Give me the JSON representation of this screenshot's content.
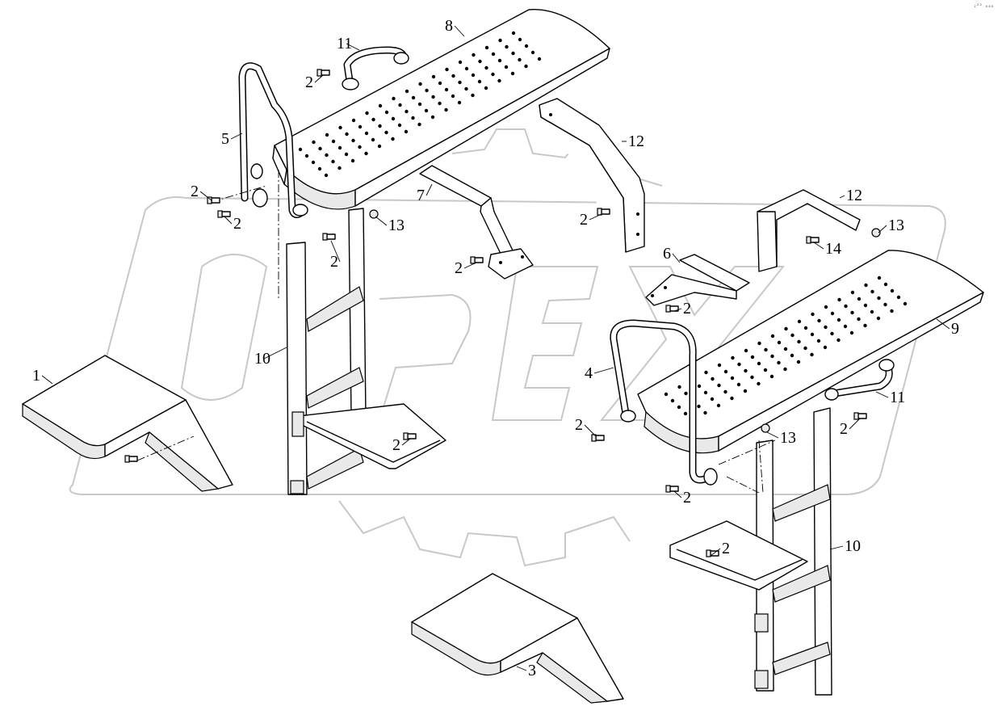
{
  "watermark": {
    "text": "OPEX",
    "style": "gear-outline-logo"
  },
  "corner_mark": "₂²² ₈₈₈",
  "parts": [
    {
      "id": "step-cover-left",
      "callout": "1"
    },
    {
      "id": "bolt",
      "callout": "2"
    },
    {
      "id": "step-cover-right",
      "callout": "3"
    },
    {
      "id": "handrail-right",
      "callout": "4"
    },
    {
      "id": "handrail-left",
      "callout": "5"
    },
    {
      "id": "bracket-small",
      "callout": "6"
    },
    {
      "id": "support-bracket",
      "callout": "7"
    },
    {
      "id": "platform-left",
      "callout": "8"
    },
    {
      "id": "platform-right",
      "callout": "9"
    },
    {
      "id": "ladder",
      "callout": "10"
    },
    {
      "id": "grab-handle",
      "callout": "11"
    },
    {
      "id": "support-arm",
      "callout": "12"
    },
    {
      "id": "nut",
      "callout": "13"
    },
    {
      "id": "washer-bolt",
      "callout": "14"
    }
  ],
  "callouts": [
    {
      "label": "8"
    },
    {
      "label": "11"
    },
    {
      "label": "2"
    },
    {
      "label": "5"
    },
    {
      "label": "12"
    },
    {
      "label": "2"
    },
    {
      "label": "2"
    },
    {
      "label": "7"
    },
    {
      "label": "2"
    },
    {
      "label": "13"
    },
    {
      "label": "2"
    },
    {
      "label": "2"
    },
    {
      "label": "12"
    },
    {
      "label": "13"
    },
    {
      "label": "14"
    },
    {
      "label": "6"
    },
    {
      "label": "2"
    },
    {
      "label": "9"
    },
    {
      "label": "10"
    },
    {
      "label": "1"
    },
    {
      "label": "4"
    },
    {
      "label": "11"
    },
    {
      "label": "2"
    },
    {
      "label": "2"
    },
    {
      "label": "13"
    },
    {
      "label": "2"
    },
    {
      "label": "2"
    },
    {
      "label": "2"
    },
    {
      "label": "10"
    },
    {
      "label": "3"
    }
  ]
}
